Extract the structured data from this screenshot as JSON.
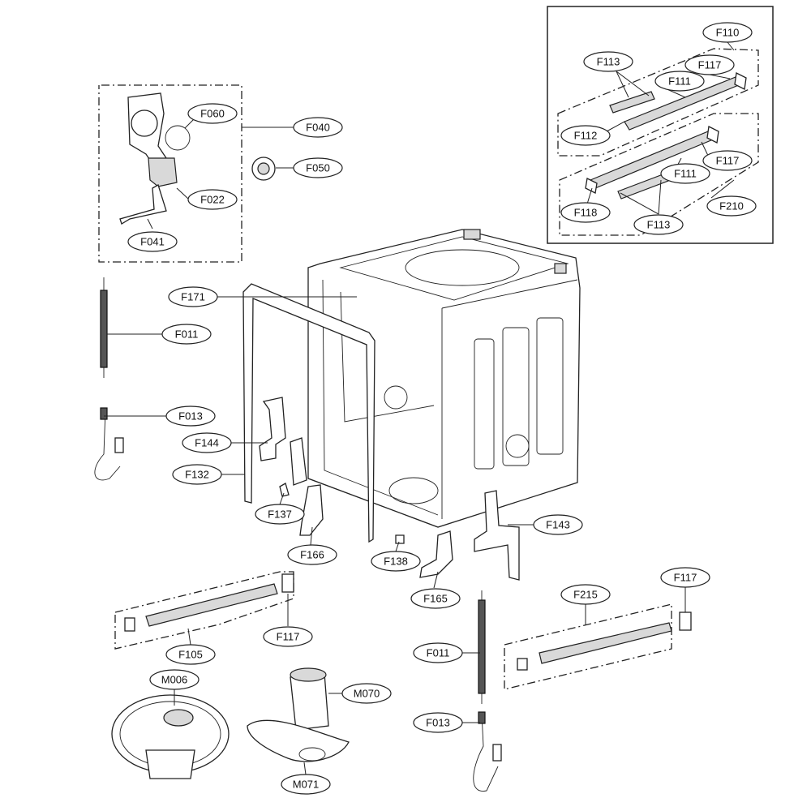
{
  "labels": {
    "f110": "F110",
    "f113_top": "F113",
    "f117_top1": "F117",
    "f111_top1": "F111",
    "f112": "F112",
    "f117_top2": "F117",
    "f111_top2": "F111",
    "f118": "F118",
    "f113_mid": "F113",
    "f210": "F210",
    "f060": "F060",
    "f040": "F040",
    "f050": "F050",
    "f022": "F022",
    "f041": "F041",
    "f171": "F171",
    "f011_left": "F011",
    "f013_left": "F013",
    "f144": "F144",
    "f132": "F132",
    "f137": "F137",
    "f166": "F166",
    "f138": "F138",
    "f165": "F165",
    "f143": "F143",
    "f117_left": "F117",
    "f105": "F105",
    "m006": "M006",
    "m070": "M070",
    "m071": "M071",
    "f011_right": "F011",
    "f013_right": "F013",
    "f215": "F215",
    "f117_right": "F117"
  },
  "colors": {
    "line": "#222222",
    "fill": "#ffffff",
    "shade": "#d9d9d9"
  }
}
